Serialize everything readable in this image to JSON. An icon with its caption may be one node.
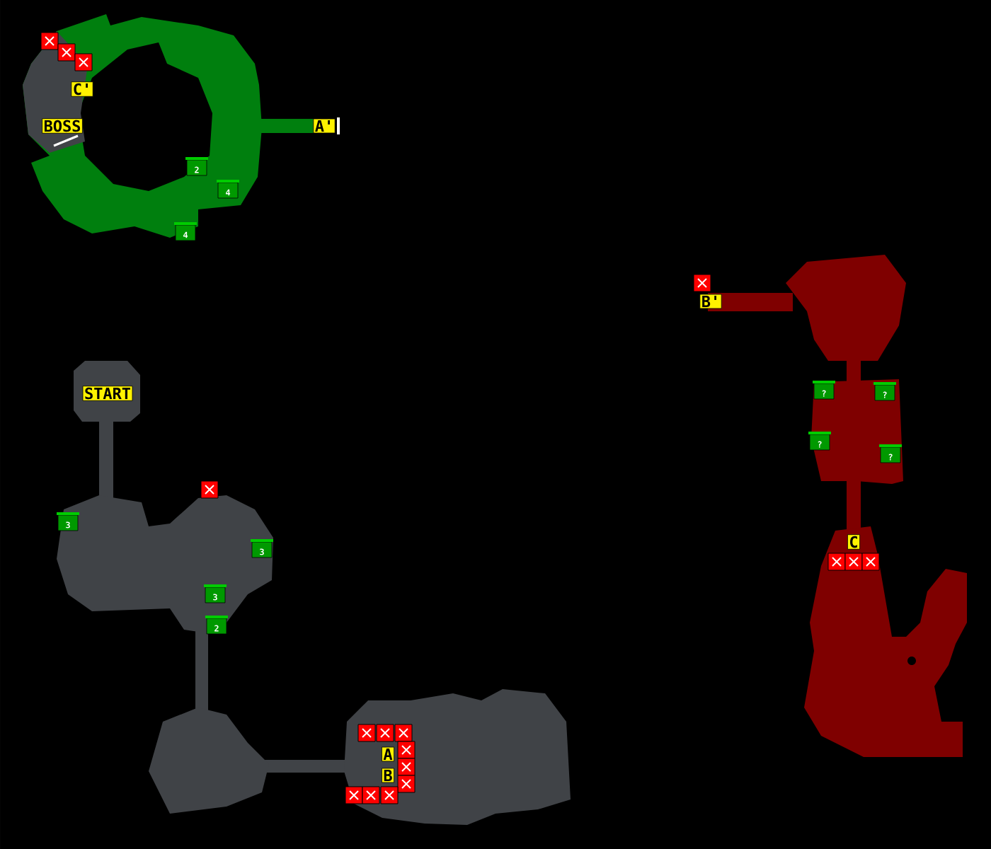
{
  "diagram": {
    "labels": [
      "C'",
      "BOSS",
      "A'",
      "2",
      "4",
      "4",
      "B'",
      "?",
      "?",
      "START",
      "?",
      "?",
      "3",
      "3",
      "C",
      "3",
      "2",
      "A",
      "B"
    ]
  }
}
